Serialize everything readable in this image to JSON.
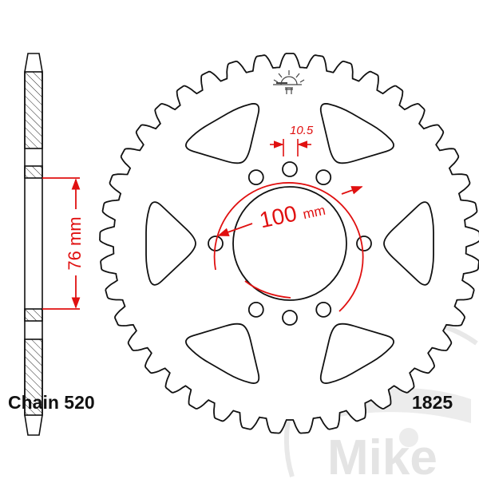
{
  "labels": {
    "chain": "Chain 520",
    "part_number": "1825",
    "hub_width": "76 mm",
    "bolt_circle": "100 mm",
    "bolt_hole": "10.5",
    "watermark": "Mike"
  },
  "colors": {
    "outline": "#111111",
    "dimension": "#e01010",
    "watermark": "#e4e4e4"
  },
  "icons": [
    "sunrise-logo-icon"
  ]
}
